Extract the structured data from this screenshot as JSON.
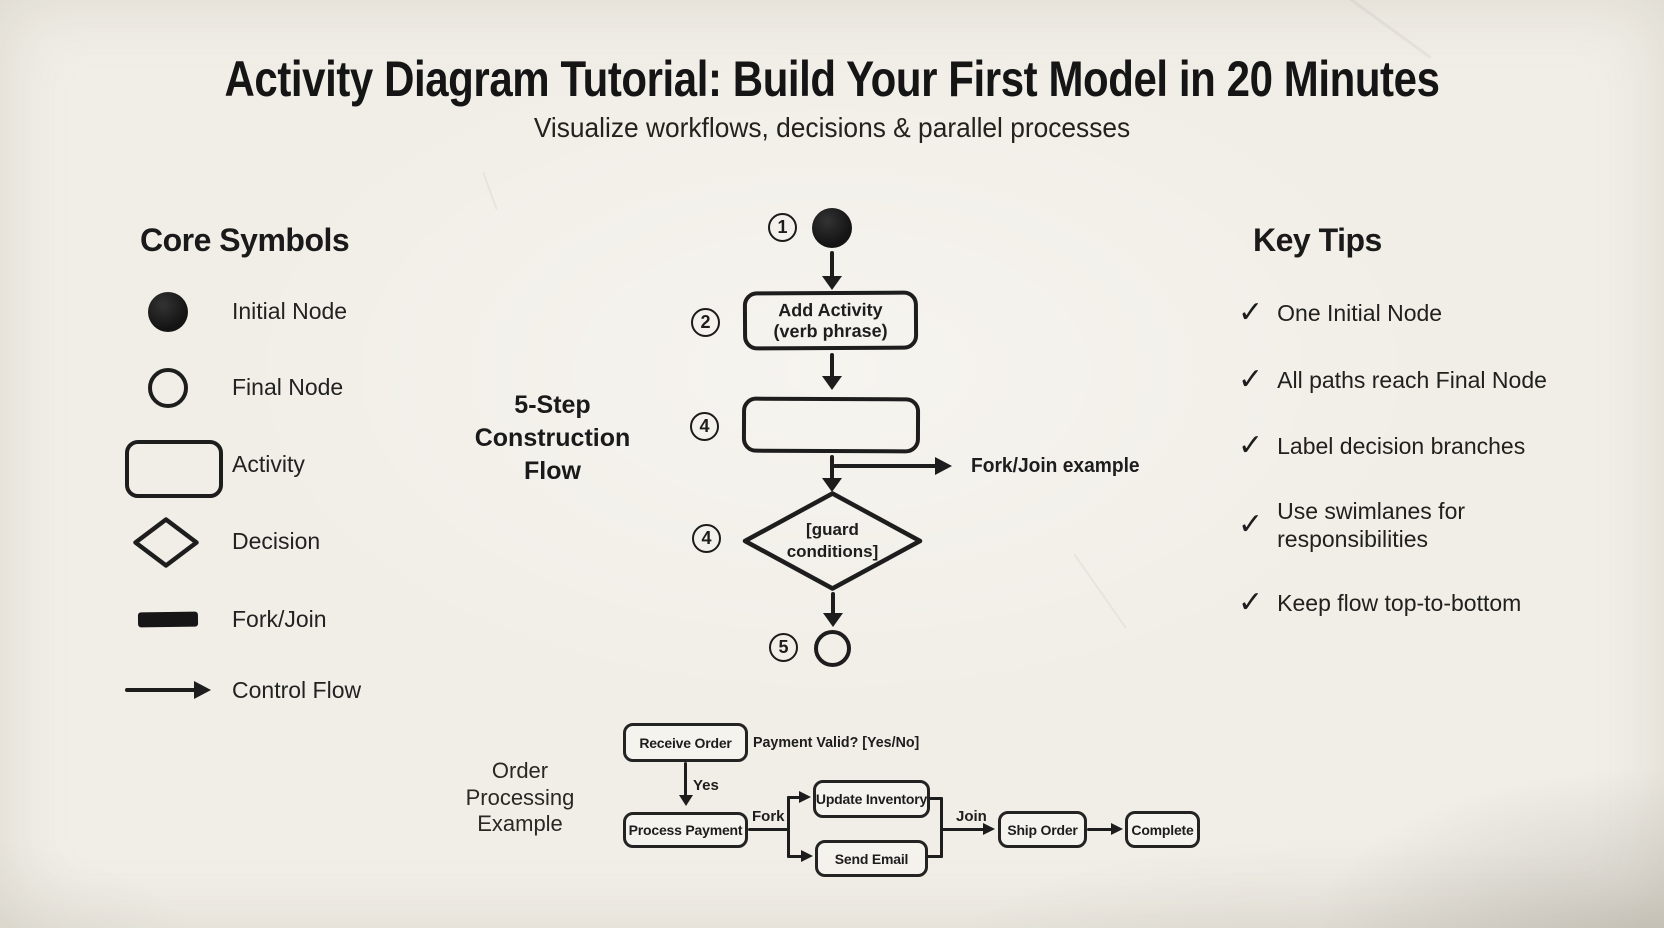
{
  "header": {
    "title": "Activity Diagram Tutorial: Build Your First Model in 20 Minutes",
    "subtitle": "Visualize workflows, decisions & parallel processes"
  },
  "core_symbols": {
    "heading": "Core Symbols",
    "items": [
      {
        "icon": "initial-node-icon",
        "label": "Initial Node"
      },
      {
        "icon": "final-node-icon",
        "label": "Final Node"
      },
      {
        "icon": "activity-icon",
        "label": "Activity"
      },
      {
        "icon": "decision-icon",
        "label": "Decision"
      },
      {
        "icon": "fork-join-icon",
        "label": "Fork/Join"
      },
      {
        "icon": "control-flow-icon",
        "label": "Control Flow"
      }
    ]
  },
  "construction_flow": {
    "heading_lines": [
      "5-Step",
      "Construction",
      "Flow"
    ],
    "step_numbers": [
      "1",
      "2",
      "4",
      "4",
      "5"
    ],
    "activity_label_lines": [
      "Add Activity",
      "(verb phrase)"
    ],
    "guard_label_lines": [
      "[guard",
      "conditions]"
    ],
    "fork_join_annotation": "Fork/Join example"
  },
  "key_tips": {
    "heading": "Key Tips",
    "check_glyph": "✓",
    "items": [
      "One Initial Node",
      "All paths reach Final Node",
      "Label decision branches",
      "Use swimlanes for responsibilities",
      "Keep flow top-to-bottom"
    ]
  },
  "example": {
    "heading_lines": [
      "Order",
      "Processing",
      "Example"
    ],
    "nodes": {
      "receive": "Receive Order",
      "process": "Process Payment",
      "update": "Update Inventory",
      "email": "Send Email",
      "ship": "Ship Order",
      "complete": "Complete"
    },
    "decision_note": "Payment Valid? [Yes/No]",
    "labels": {
      "yes": "Yes",
      "fork": "Fork",
      "join": "Join"
    }
  },
  "colors": {
    "ink": "#1d1d1d",
    "paper": "#f1eee7"
  }
}
